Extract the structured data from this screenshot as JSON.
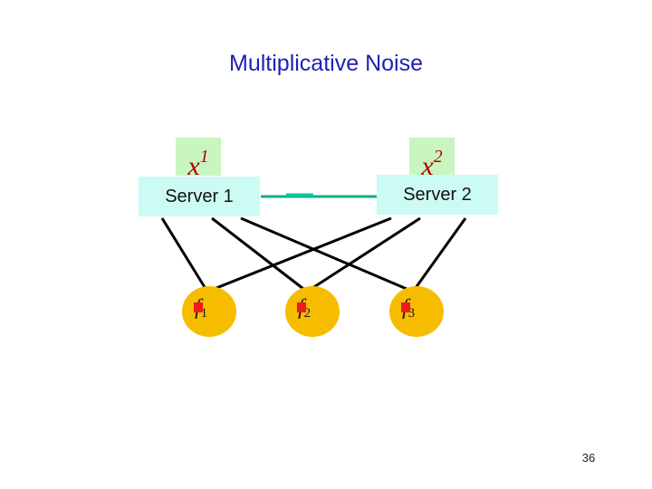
{
  "title": "Multiplicative Noise",
  "variables": [
    {
      "base": "x",
      "sup": "1"
    },
    {
      "base": "x",
      "sup": "2"
    }
  ],
  "servers": [
    {
      "label": "Server 1"
    },
    {
      "label": "Server 2"
    }
  ],
  "nodes": [
    {
      "base": "f",
      "sub": "1"
    },
    {
      "base": "f",
      "sub": "2"
    },
    {
      "base": "f",
      "sub": "3"
    }
  ],
  "colors": {
    "title": "#1f1fb4",
    "server_fill": "#ccfbf4",
    "variable_fill": "#c8f5c0",
    "node_fill": "#f6bc00",
    "node_marker": "#ee1b1b",
    "link": "#00b38a",
    "edge": "#000000"
  },
  "page_number": "36"
}
